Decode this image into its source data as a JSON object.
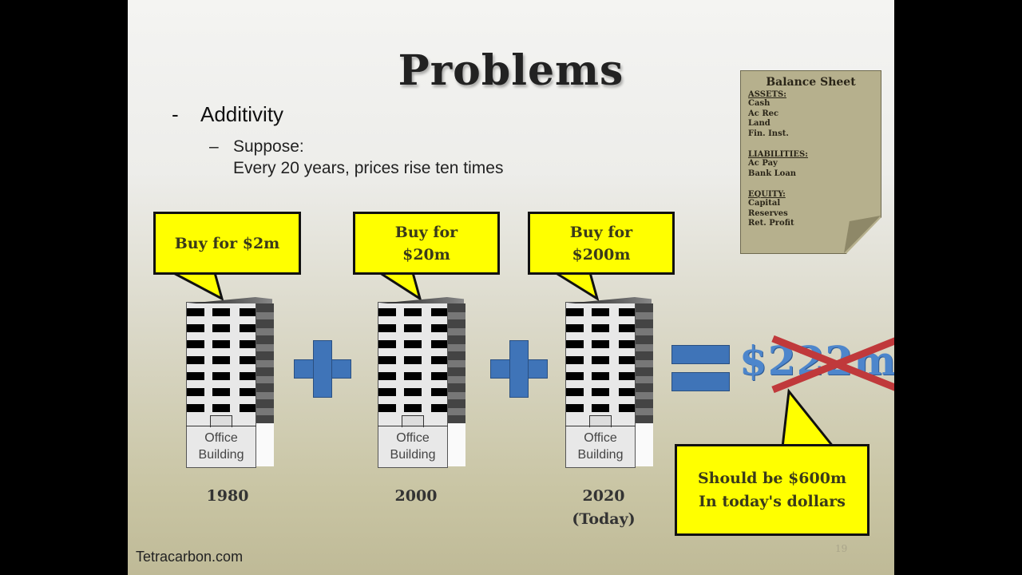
{
  "slide": {
    "title": "Problems",
    "bullet_marker": "-",
    "bullet": "Additivity",
    "sub_marker": "–",
    "sub_lines": [
      "Suppose:",
      "Every 20 years, prices rise ten times"
    ],
    "balance_sheet": {
      "title": "Balance Sheet",
      "sections": [
        {
          "heading": "ASSETS:",
          "items": [
            "Cash",
            "Ac Rec",
            "Land",
            "Fin. Inst."
          ]
        },
        {
          "heading": "LIABILITIES:",
          "items": [
            "Ac Pay",
            "Bank Loan"
          ]
        },
        {
          "heading": "EQUITY:",
          "items": [
            "Capital",
            "Reserves",
            "Ret. Profit"
          ]
        }
      ]
    },
    "callouts": [
      {
        "lines": [
          "Buy for $2m"
        ]
      },
      {
        "lines": [
          "Buy for",
          "$20m"
        ]
      },
      {
        "lines": [
          "Buy for",
          "$200m"
        ]
      }
    ],
    "building_label": [
      "Office",
      "Building"
    ],
    "years": [
      {
        "lines": [
          "1980"
        ]
      },
      {
        "lines": [
          "2000"
        ]
      },
      {
        "lines": [
          "2020",
          "(Today)"
        ]
      }
    ],
    "operators": [
      "plus-icon",
      "plus-icon",
      "equals-icon"
    ],
    "wrong_sum": "$222m",
    "correction_callout": [
      "Should be $600m",
      "In today's dollars"
    ],
    "colors": {
      "callout": "#ffff00",
      "operator": "#3f74b8",
      "cross": "#c0393b",
      "wrong_sum": "#4d86cc"
    },
    "footer": "Tetracarbon.com",
    "page_number": "19"
  }
}
